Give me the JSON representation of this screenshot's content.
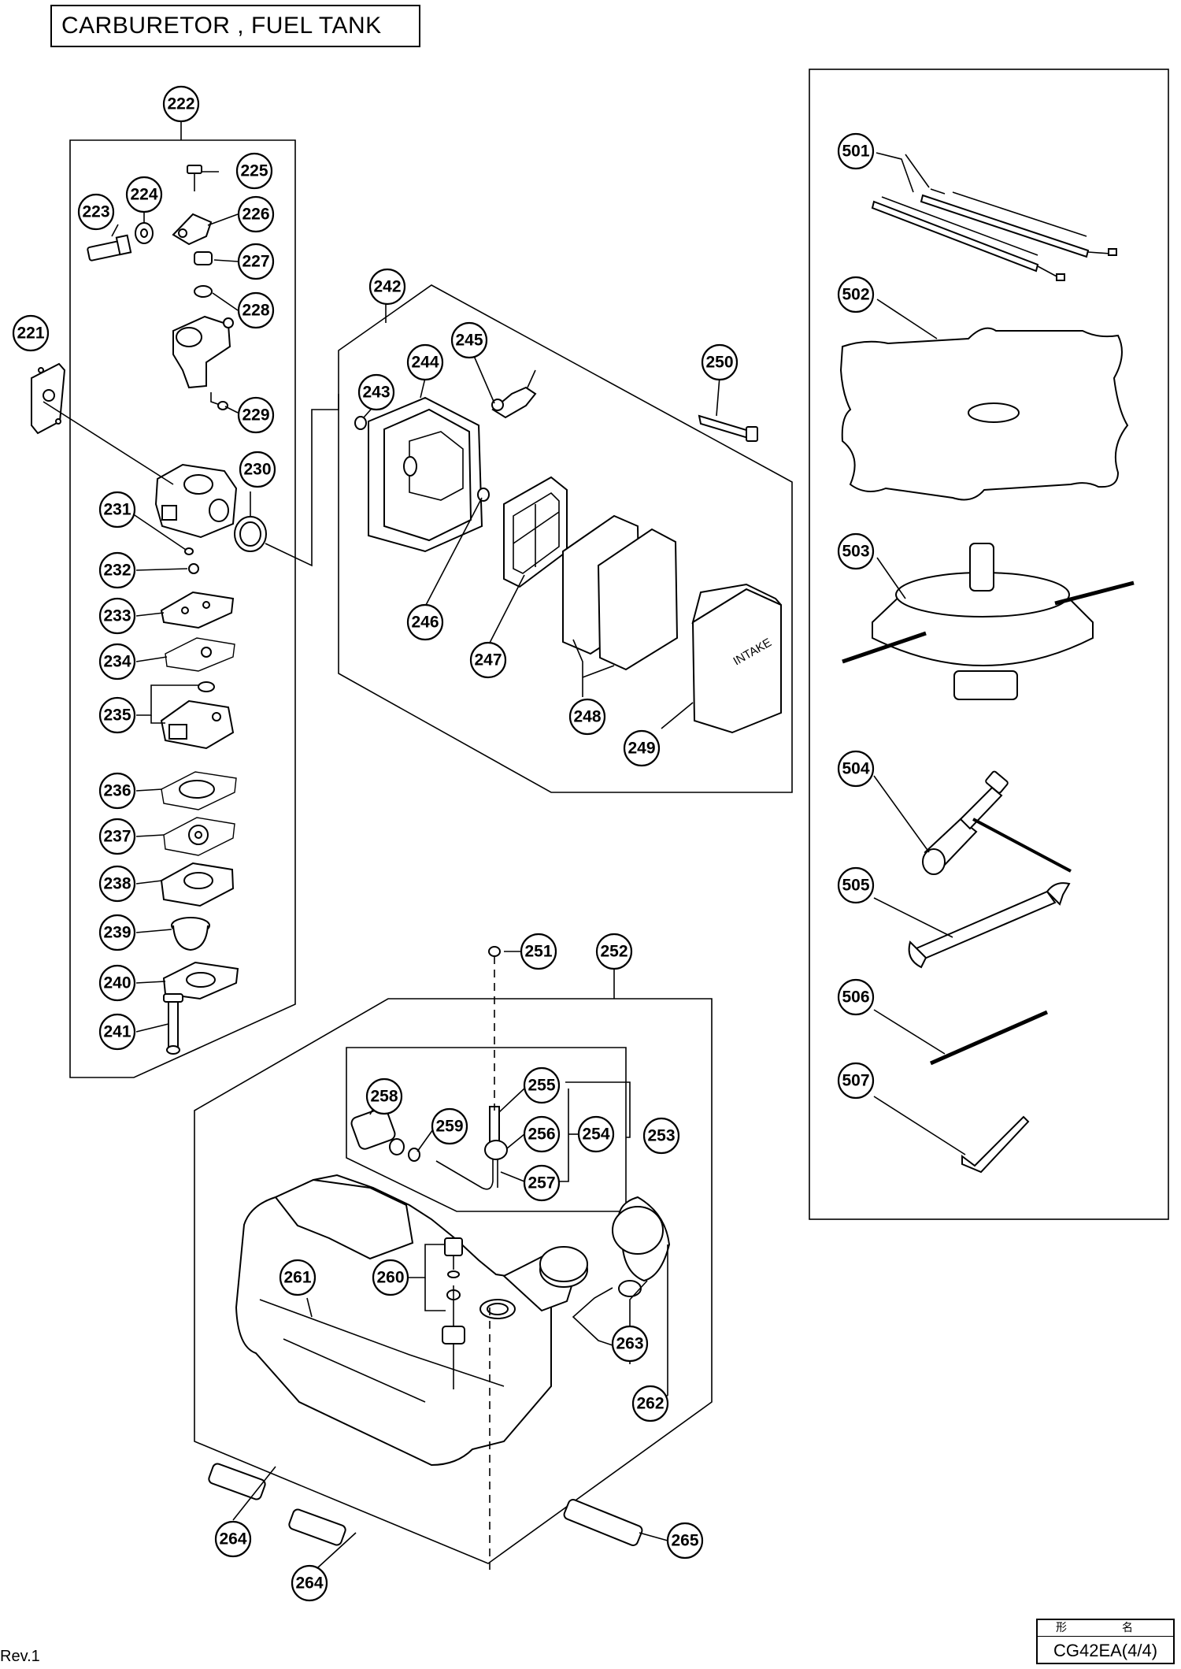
{
  "title": "CARBURETOR , FUEL TANK",
  "revision": "Rev.1",
  "model": {
    "header": "形　名",
    "value": "CG42EA(4/4)"
  },
  "intake_label": "INTAKE",
  "callouts": [
    "221",
    "222",
    "223",
    "224",
    "225",
    "226",
    "227",
    "228",
    "229",
    "230",
    "231",
    "232",
    "233",
    "234",
    "235",
    "236",
    "237",
    "238",
    "239",
    "240",
    "241",
    "242",
    "243",
    "244",
    "245",
    "246",
    "247",
    "248",
    "249",
    "250",
    "251",
    "252",
    "253",
    "254",
    "255",
    "256",
    "257",
    "258",
    "259",
    "260",
    "261",
    "262",
    "263",
    "264",
    "264",
    "265",
    "501",
    "502",
    "503",
    "504",
    "505",
    "506",
    "507"
  ]
}
